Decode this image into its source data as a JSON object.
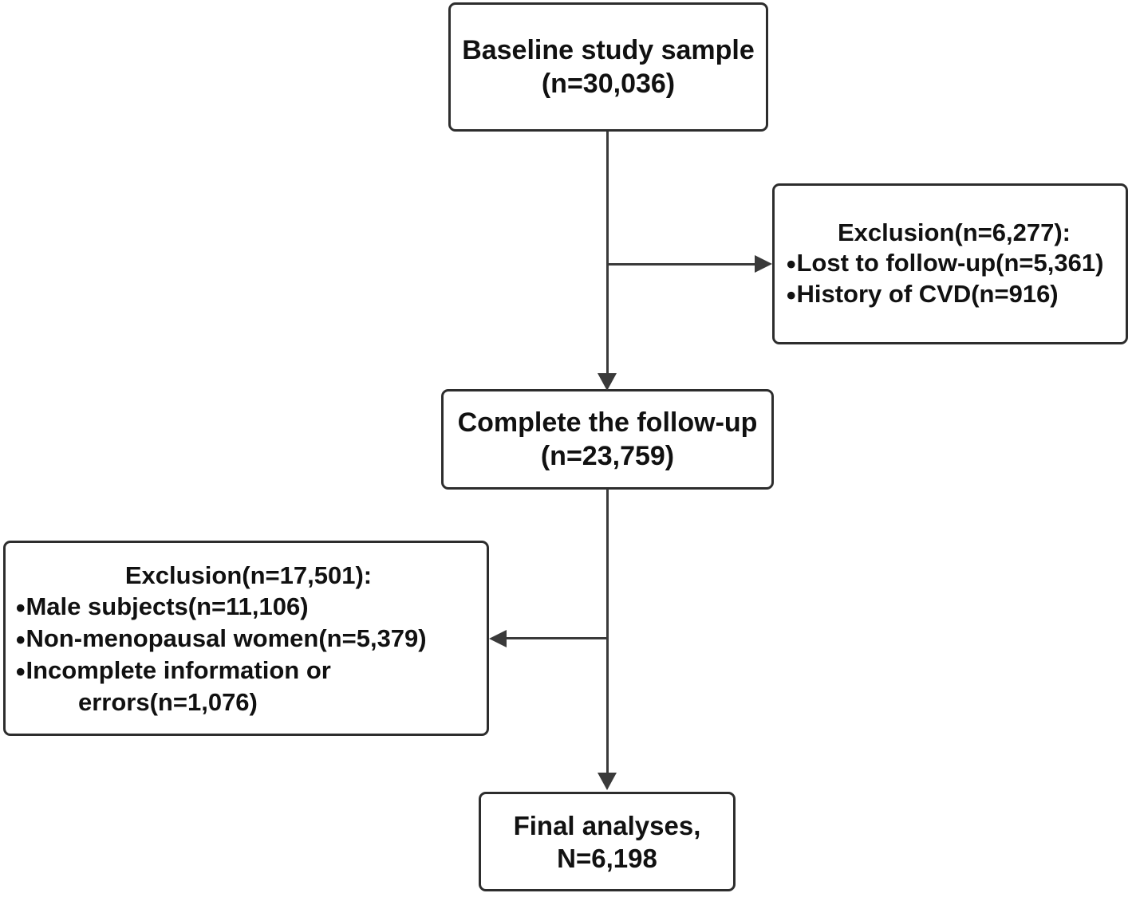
{
  "boxes": {
    "baseline": {
      "line1": "Baseline study sample",
      "line2": "(n=30,036)"
    },
    "exclusion_right": {
      "title": "Exclusion(n=6,277):",
      "items": [
        {
          "text": "Lost to follow-up(n=5,361)"
        },
        {
          "text": "History of CVD(n=916)"
        }
      ]
    },
    "followup": {
      "line1": "Complete the follow-up",
      "line2": "(n=23,759)"
    },
    "exclusion_left": {
      "title": "Exclusion(n=17,501):",
      "items": [
        {
          "text": "Male subjects(n=11,106)"
        },
        {
          "text": "Non-menopausal women(n=5,379)"
        },
        {
          "text": "Incomplete information or",
          "text2": "errors(n=1,076)"
        }
      ]
    },
    "final": {
      "line1": "Final analyses,",
      "line2": "N=6,198"
    }
  },
  "bullet": "●",
  "colors": {
    "border": "#2d2d2d",
    "text": "#111111",
    "line": "#3a3a3a",
    "background": "#ffffff"
  }
}
